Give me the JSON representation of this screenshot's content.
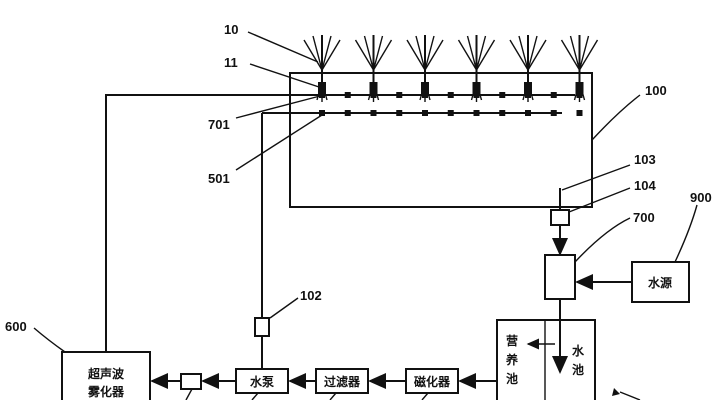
{
  "labels": {
    "sprayer": "10",
    "nozzle_branch": "11",
    "tank": "100",
    "pipe_upper": "701",
    "pipe_lower": "501",
    "outlet": "103",
    "valve": "104",
    "mixer": "700",
    "water_source_ref": "900",
    "pump_sensor": "102",
    "atomizer_ref": "600"
  },
  "components": {
    "water_source": "水源",
    "pump": "水泵",
    "filter": "过滤器",
    "magnetizer": "磁化器",
    "atomizer_line1": "超声波",
    "atomizer_line2": "雾化器",
    "pool_right_1": "水",
    "pool_right_2": "池",
    "pool_left_1": "营",
    "pool_left_2": "养",
    "pool_left_3": "池"
  },
  "layout": {
    "sprayer_count": 6
  }
}
